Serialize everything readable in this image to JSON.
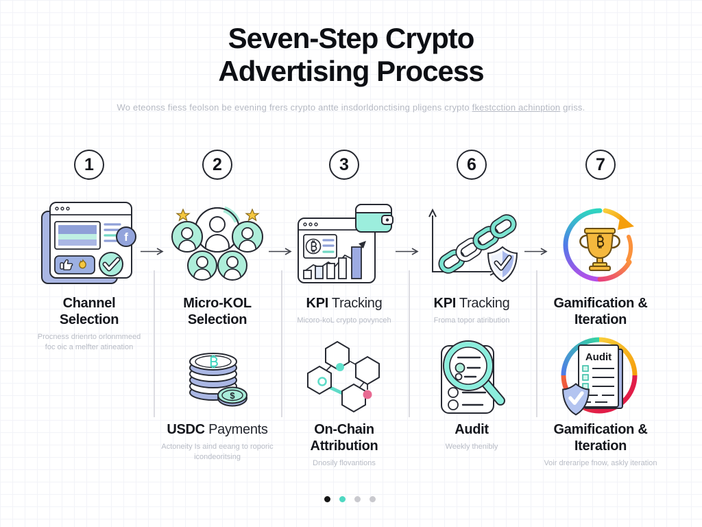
{
  "title": {
    "line1": "Seven-Step Crypto",
    "line2": "Advertising Process"
  },
  "subtitle": {
    "before": "Wo eteonss fiess feolson be evening frers crypto antte insdorldonctising pligens crypto ",
    "underlined": "fkestcction achinption",
    "after": " griss."
  },
  "steps": [
    {
      "number": "1",
      "top": {
        "title_bold": "Channel Selection",
        "subtitle": "Procness drienrto orlonmmeed foc oic a melfter atineation"
      }
    },
    {
      "number": "2",
      "top": {
        "title_bold": "Micro-KOL Selection"
      },
      "bottom": {
        "title_bold": "USDC",
        "title_regular": " Payments",
        "subtitle": "Actoneity Is aind eeang to roporic icondeoritsing"
      }
    },
    {
      "number": "3",
      "top": {
        "title_bold": "KPI",
        "title_regular": " Tracking",
        "subtitle": "Micoro-koL crypto povynceh"
      },
      "bottom": {
        "title_bold": "On-Chain Attribution",
        "subtitle": "Dnosily flovantions"
      }
    },
    {
      "number": "6",
      "top": {
        "title_bold": "KPI",
        "title_regular": " Tracking",
        "subtitle": "Froma topor atiribution"
      },
      "bottom": {
        "title_bold": "Audit",
        "subtitle": "Weekly thenibly"
      }
    },
    {
      "number": "7",
      "top": {
        "title_bold": "Gamification & Iteration"
      },
      "bottom": {
        "title_bold": "Gamification & Iteration",
        "subtitle": "Voir dreraripe fnow, askly iteration",
        "icon_label": "Audit"
      }
    }
  ],
  "icons": {
    "facebook_letter": "f",
    "dollar_sign": "$"
  },
  "pagination": {
    "dots": [
      "#151515",
      "#4fd8c2",
      "#c9c9ce",
      "#c9c9ce"
    ]
  },
  "palette": {
    "mint": "#9ceedd",
    "teal": "#4fd8c2",
    "periwinkle": "#a9b6e3",
    "gold": "#f5c041",
    "pink": "#e86a92",
    "outline": "#262932",
    "muted_text": "#b7bbc5",
    "title_text": "#0d0f14"
  }
}
